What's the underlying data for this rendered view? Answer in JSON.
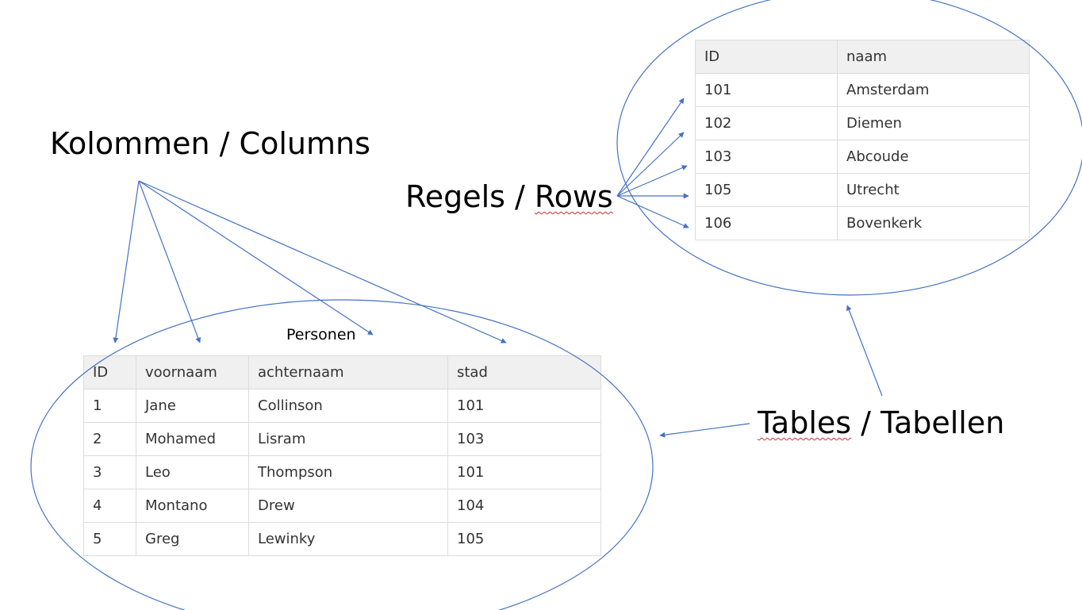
{
  "labels": {
    "columns": "Kolommen / Columns",
    "rows_prefix": "Regels / ",
    "rows_word": "Rows",
    "tables_word": "Tables",
    "tables_suffix": " / Tabellen",
    "personen_caption": "Personen"
  },
  "colors": {
    "line": "#4472c4",
    "spellcheck": "#d03030",
    "header_bg": "#f0f0f0",
    "cell_border": "#dcdcdc"
  },
  "steden_table": {
    "headers": [
      "ID",
      "naam"
    ],
    "rows": [
      [
        "101",
        "Amsterdam"
      ],
      [
        "102",
        "Diemen"
      ],
      [
        "103",
        "Abcoude"
      ],
      [
        "105",
        "Utrecht"
      ],
      [
        "106",
        "Bovenkerk"
      ]
    ]
  },
  "personen_table": {
    "headers": [
      "ID",
      "voornaam",
      "achternaam",
      "stad"
    ],
    "rows": [
      [
        "1",
        "Jane",
        "Collinson",
        "101"
      ],
      [
        "2",
        "Mohamed",
        "Lisram",
        "103"
      ],
      [
        "3",
        "Leo",
        "Thompson",
        "101"
      ],
      [
        "4",
        "Montano",
        "Drew",
        "104"
      ],
      [
        "5",
        "Greg",
        "Lewinky",
        "105"
      ]
    ]
  }
}
